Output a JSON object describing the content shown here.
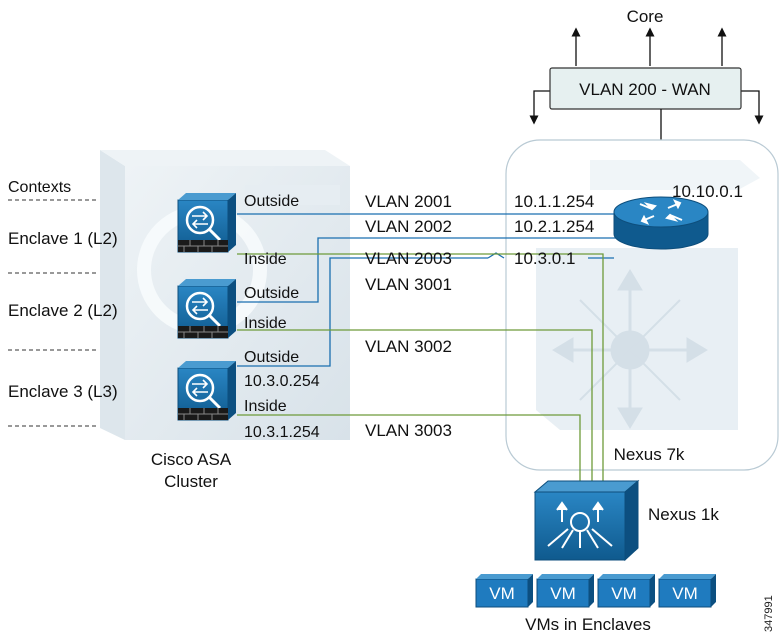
{
  "core": {
    "label": "Core"
  },
  "wan_box": {
    "label": "VLAN 200 - WAN"
  },
  "router": {
    "ip": "10.10.0.1"
  },
  "contexts": {
    "header": "Contexts",
    "enclaves": [
      "Enclave 1 (L2)",
      "Enclave 2 (L2)",
      "Enclave 3 (L3)"
    ]
  },
  "asa": {
    "cluster_label_line1": "Cisco ASA",
    "cluster_label_line2": "Cluster",
    "units": [
      {
        "outside": "Outside",
        "inside": "Inside"
      },
      {
        "outside": "Outside",
        "inside": "Inside"
      },
      {
        "outside": "Outside",
        "outside_ip": "10.3.0.254",
        "inside": "Inside",
        "inside_ip": "10.3.1.254"
      }
    ]
  },
  "vlans": [
    "VLAN 2001",
    "VLAN 2002",
    "VLAN 2003",
    "VLAN 3001",
    "VLAN 3002",
    "VLAN 3003"
  ],
  "router_ips": [
    "10.1.1.254",
    "10.2.1.254",
    "10.3.0.1"
  ],
  "nexus7k": {
    "label": "Nexus 7k"
  },
  "nexus1k": {
    "label": "Nexus 1k"
  },
  "vms": {
    "labels": [
      "VM",
      "VM",
      "VM",
      "VM"
    ],
    "caption": "VMs in Enclaves"
  },
  "figure_id": "347991",
  "colors": {
    "outside_link": "#1a6fb0",
    "inside_link": "#6e9b3a",
    "device": "#1b6fa8",
    "wan_box": "#e6f0f0"
  }
}
